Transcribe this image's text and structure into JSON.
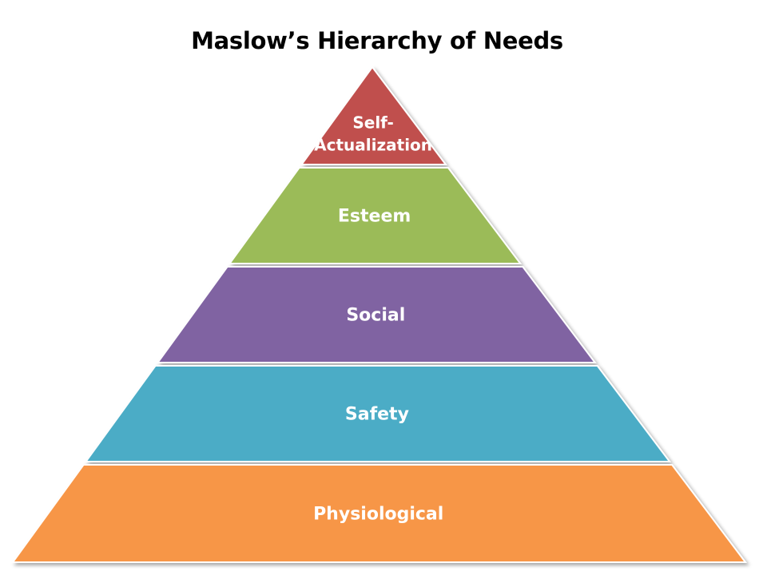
{
  "title": "Maslow’s Hierarchy of Needs",
  "tiers": [
    {
      "label_lines": [
        "Self-",
        "Actualization"
      ],
      "color": "#c0504d"
    },
    {
      "label_lines": [
        "Esteem"
      ],
      "color": "#9bbb59"
    },
    {
      "label_lines": [
        "Social"
      ],
      "color": "#8064a2"
    },
    {
      "label_lines": [
        "Safety"
      ],
      "color": "#4bacc6"
    },
    {
      "label_lines": [
        "Physiological"
      ],
      "color": "#f79646"
    }
  ]
}
